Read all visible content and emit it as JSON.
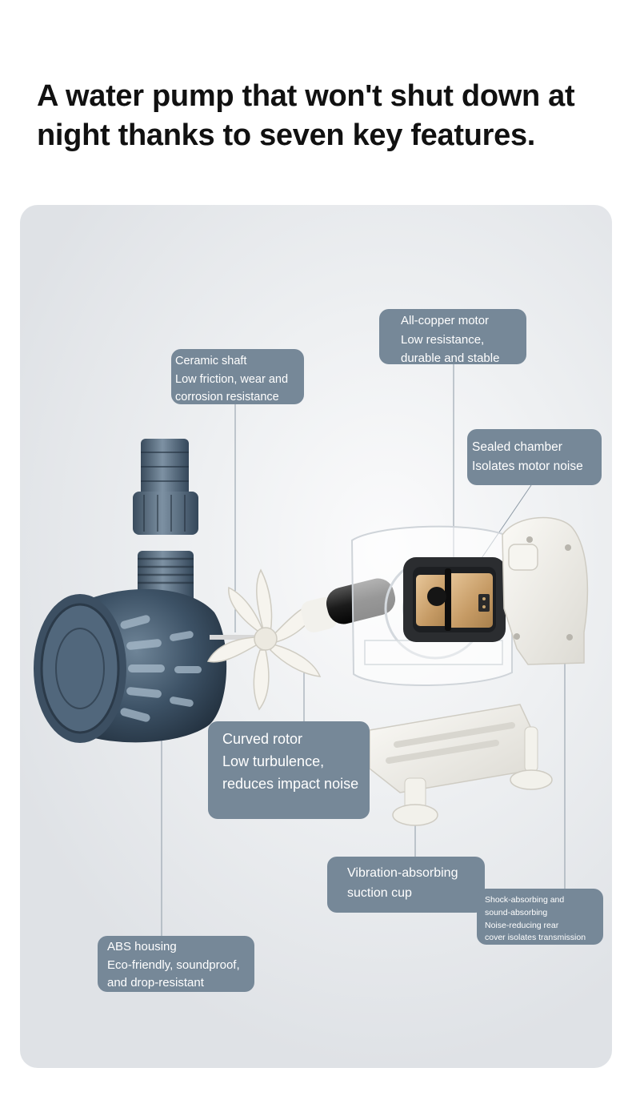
{
  "headline": {
    "line1": "A water pump that won't shut down at",
    "line2": "night thanks to seven key features."
  },
  "callouts": {
    "ceramic_shaft": [
      "Ceramic shaft",
      "Low friction, wear and",
      "corrosion resistance"
    ],
    "copper_motor": [
      "All-copper motor",
      "Low resistance,",
      "durable and stable"
    ],
    "sealed_chamber": [
      "Sealed chamber",
      "Isolates motor noise"
    ],
    "curved_rotor": [
      "Curved rotor",
      "Low turbulence,",
      "reduces impact noise"
    ],
    "suction_cup": [
      "Vibration-absorbing",
      "suction cup"
    ],
    "rear_cover": [
      "Shock-absorbing and",
      "sound-absorbing",
      "Noise-reducing rear",
      " cover isolates transmission"
    ],
    "abs_housing": [
      "ABS housing",
      "Eco-friendly, soundproof,",
      "and drop-resistant"
    ]
  },
  "colors": {
    "callout_bg": "#768898",
    "callout_text": "#ffffff",
    "headline_text": "#111111",
    "leader_line": "#8d9aa6"
  }
}
